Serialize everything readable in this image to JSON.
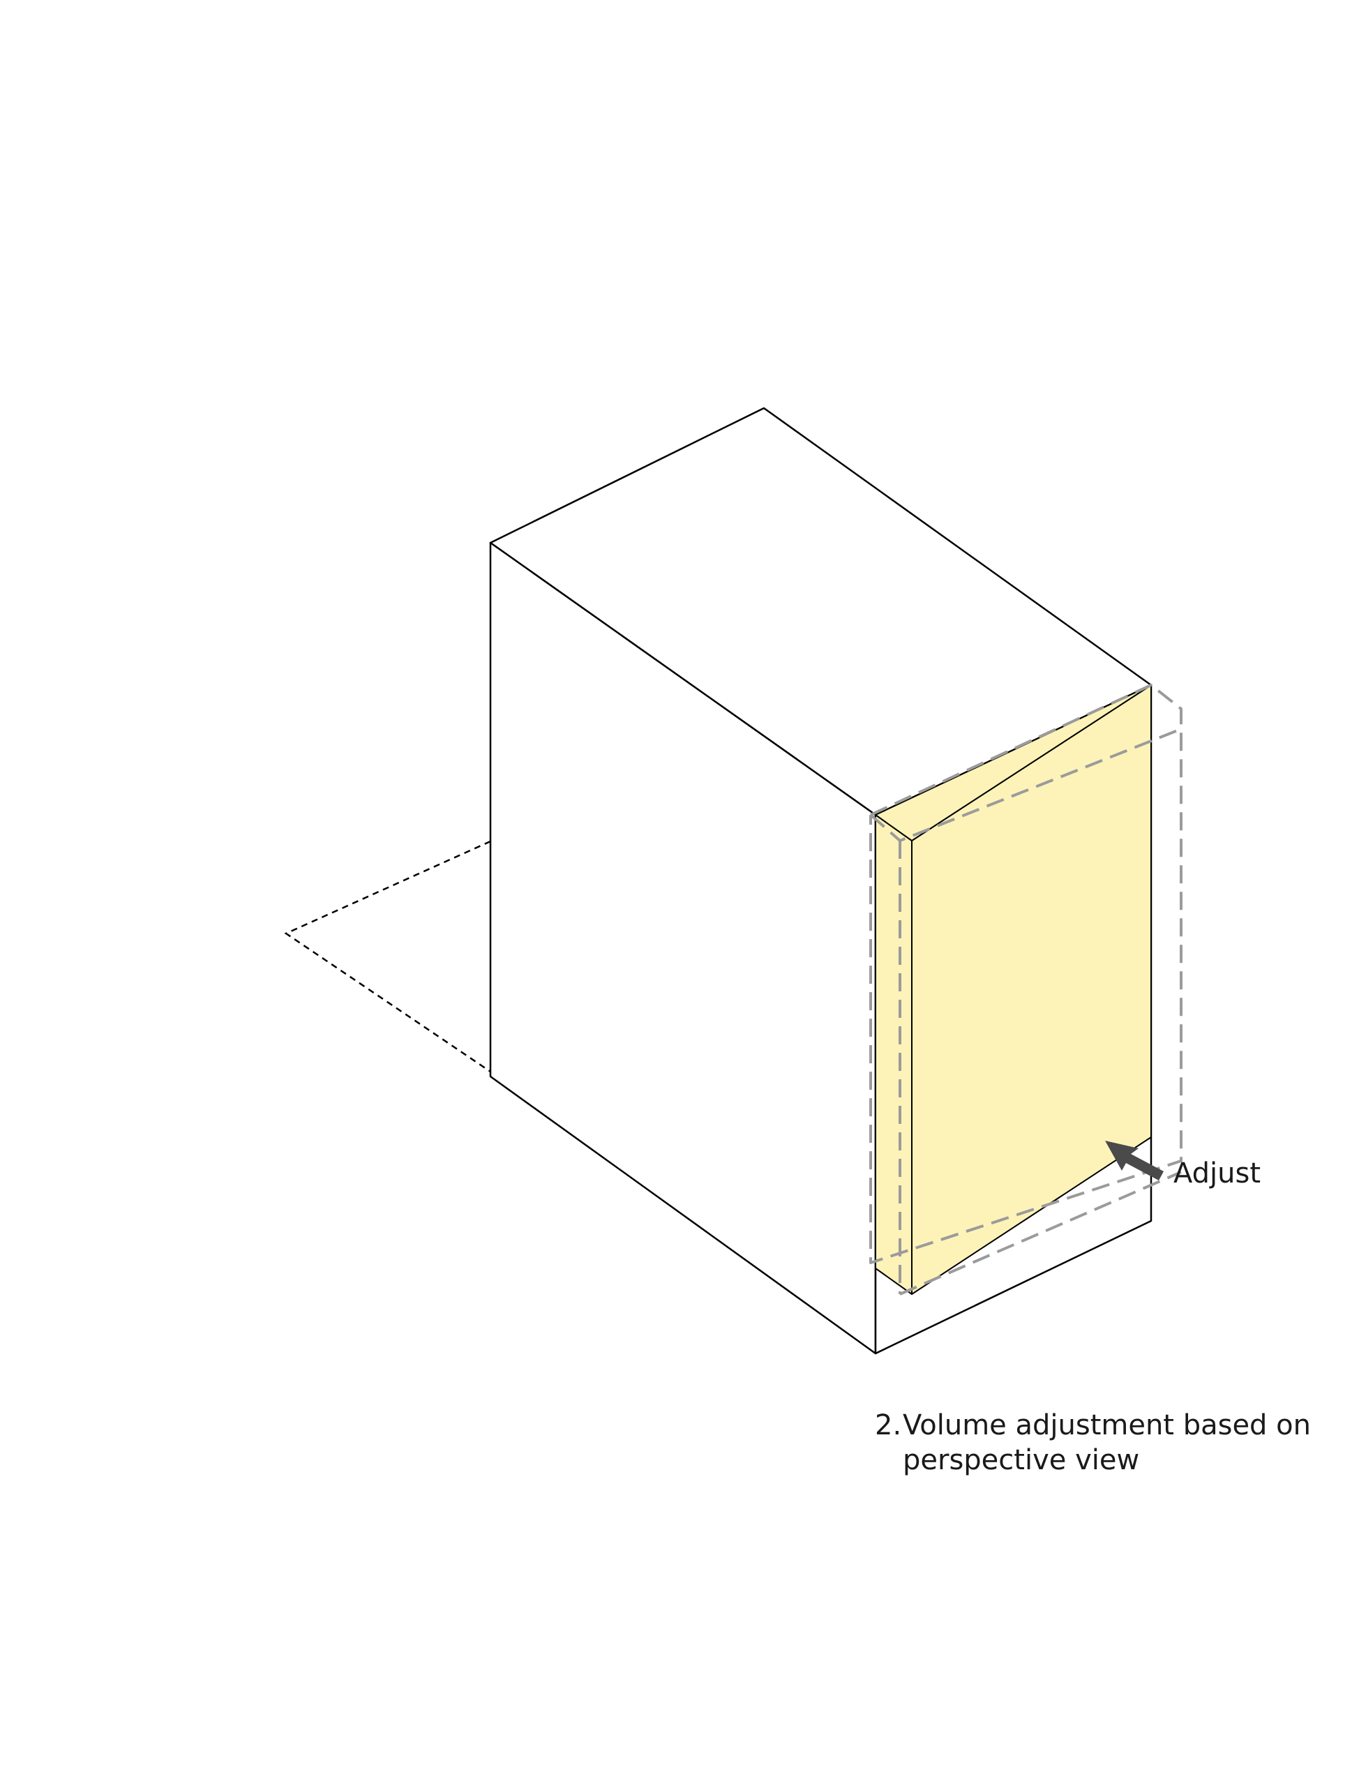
{
  "colors": {
    "outline": "#000000",
    "highlight_fill": "#fdf3b8",
    "ghost_dash": "#9b9b9b",
    "arrow": "#4a4a4a"
  },
  "annotations": {
    "arrow_label": "Adjust",
    "arrow_icon": "arrow-icon"
  },
  "caption": {
    "number": "2.",
    "line1": "Volume adjustment based on",
    "line2": "perspective view"
  }
}
